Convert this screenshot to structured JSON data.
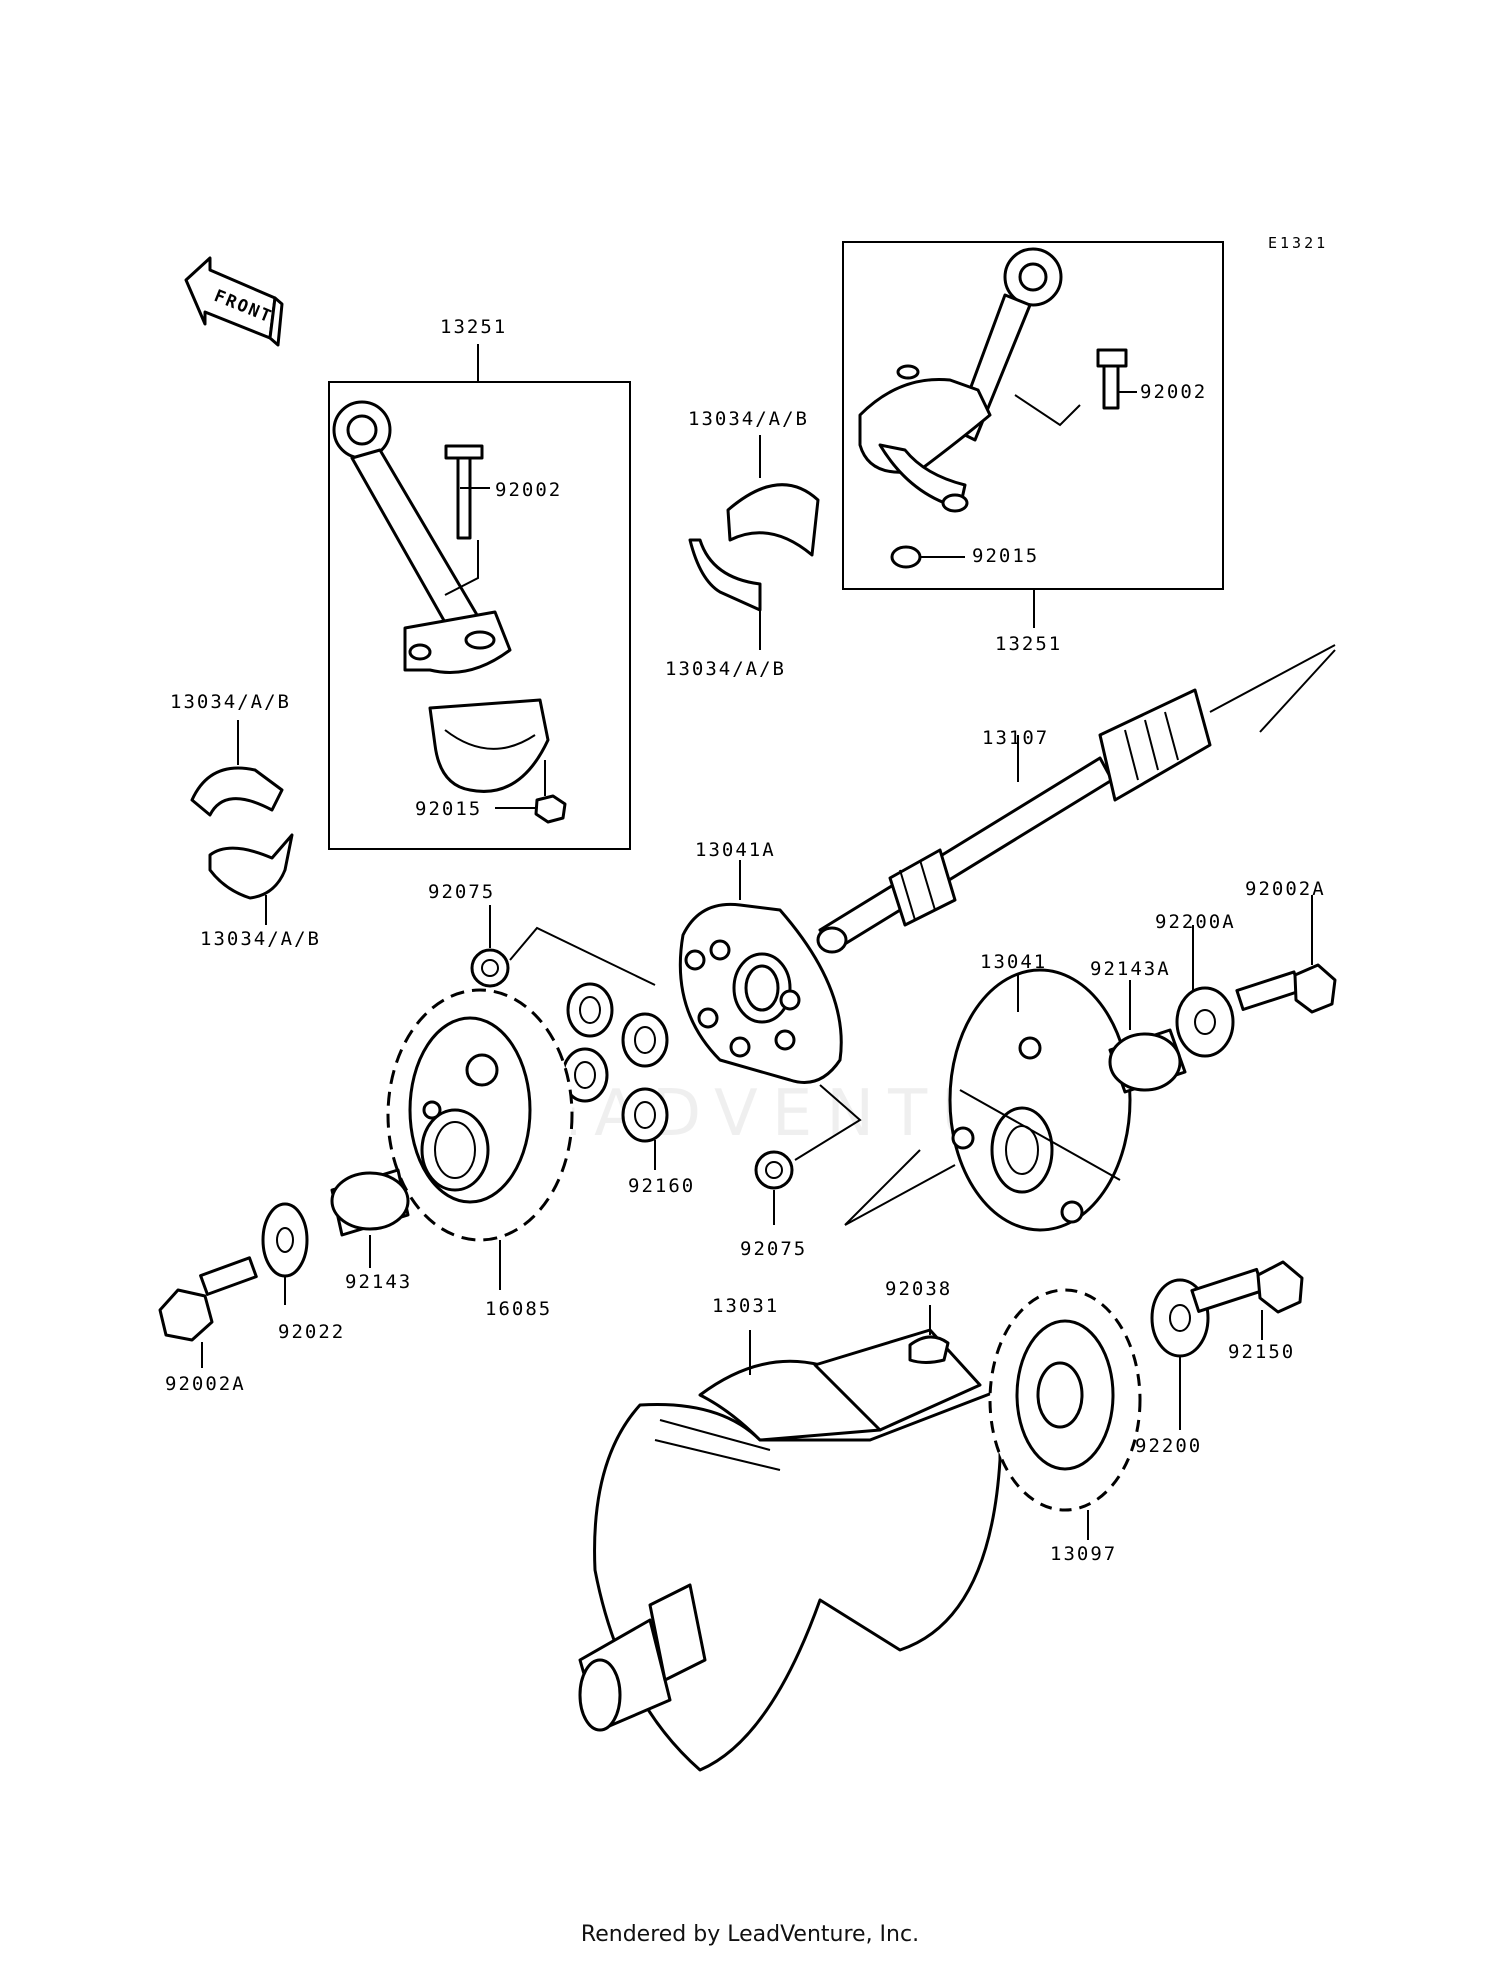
{
  "diagram_code": "E1321",
  "front_label": "FRONT",
  "watermark": "LEADVENTURE",
  "footer": "Rendered by LeadVenture, Inc.",
  "labels": [
    {
      "id": "13251_left",
      "text": "13251"
    },
    {
      "id": "92002_left",
      "text": "92002"
    },
    {
      "id": "92015_left",
      "text": "92015"
    },
    {
      "id": "13034_topmid_a",
      "text": "13034/A/B"
    },
    {
      "id": "13034_topmid_b",
      "text": "13034/A/B"
    },
    {
      "id": "92002_right",
      "text": "92002"
    },
    {
      "id": "92015_right",
      "text": "92015"
    },
    {
      "id": "13251_right",
      "text": "13251"
    },
    {
      "id": "13034_left_a",
      "text": "13034/A/B"
    },
    {
      "id": "13034_left_b",
      "text": "13034/A/B"
    },
    {
      "id": "13107",
      "text": "13107"
    },
    {
      "id": "13041A",
      "text": "13041A"
    },
    {
      "id": "92075_top",
      "text": "92075"
    },
    {
      "id": "92002A_right",
      "text": "92002A"
    },
    {
      "id": "92200A",
      "text": "92200A"
    },
    {
      "id": "13041",
      "text": "13041"
    },
    {
      "id": "92143A",
      "text": "92143A"
    },
    {
      "id": "92160",
      "text": "92160"
    },
    {
      "id": "92075_bottom",
      "text": "92075"
    },
    {
      "id": "92143",
      "text": "92143"
    },
    {
      "id": "16085",
      "text": "16085"
    },
    {
      "id": "92022",
      "text": "92022"
    },
    {
      "id": "92002A_left",
      "text": "92002A"
    },
    {
      "id": "13031",
      "text": "13031"
    },
    {
      "id": "92038",
      "text": "92038"
    },
    {
      "id": "92150",
      "text": "92150"
    },
    {
      "id": "92200",
      "text": "92200"
    },
    {
      "id": "13097",
      "text": "13097"
    }
  ]
}
